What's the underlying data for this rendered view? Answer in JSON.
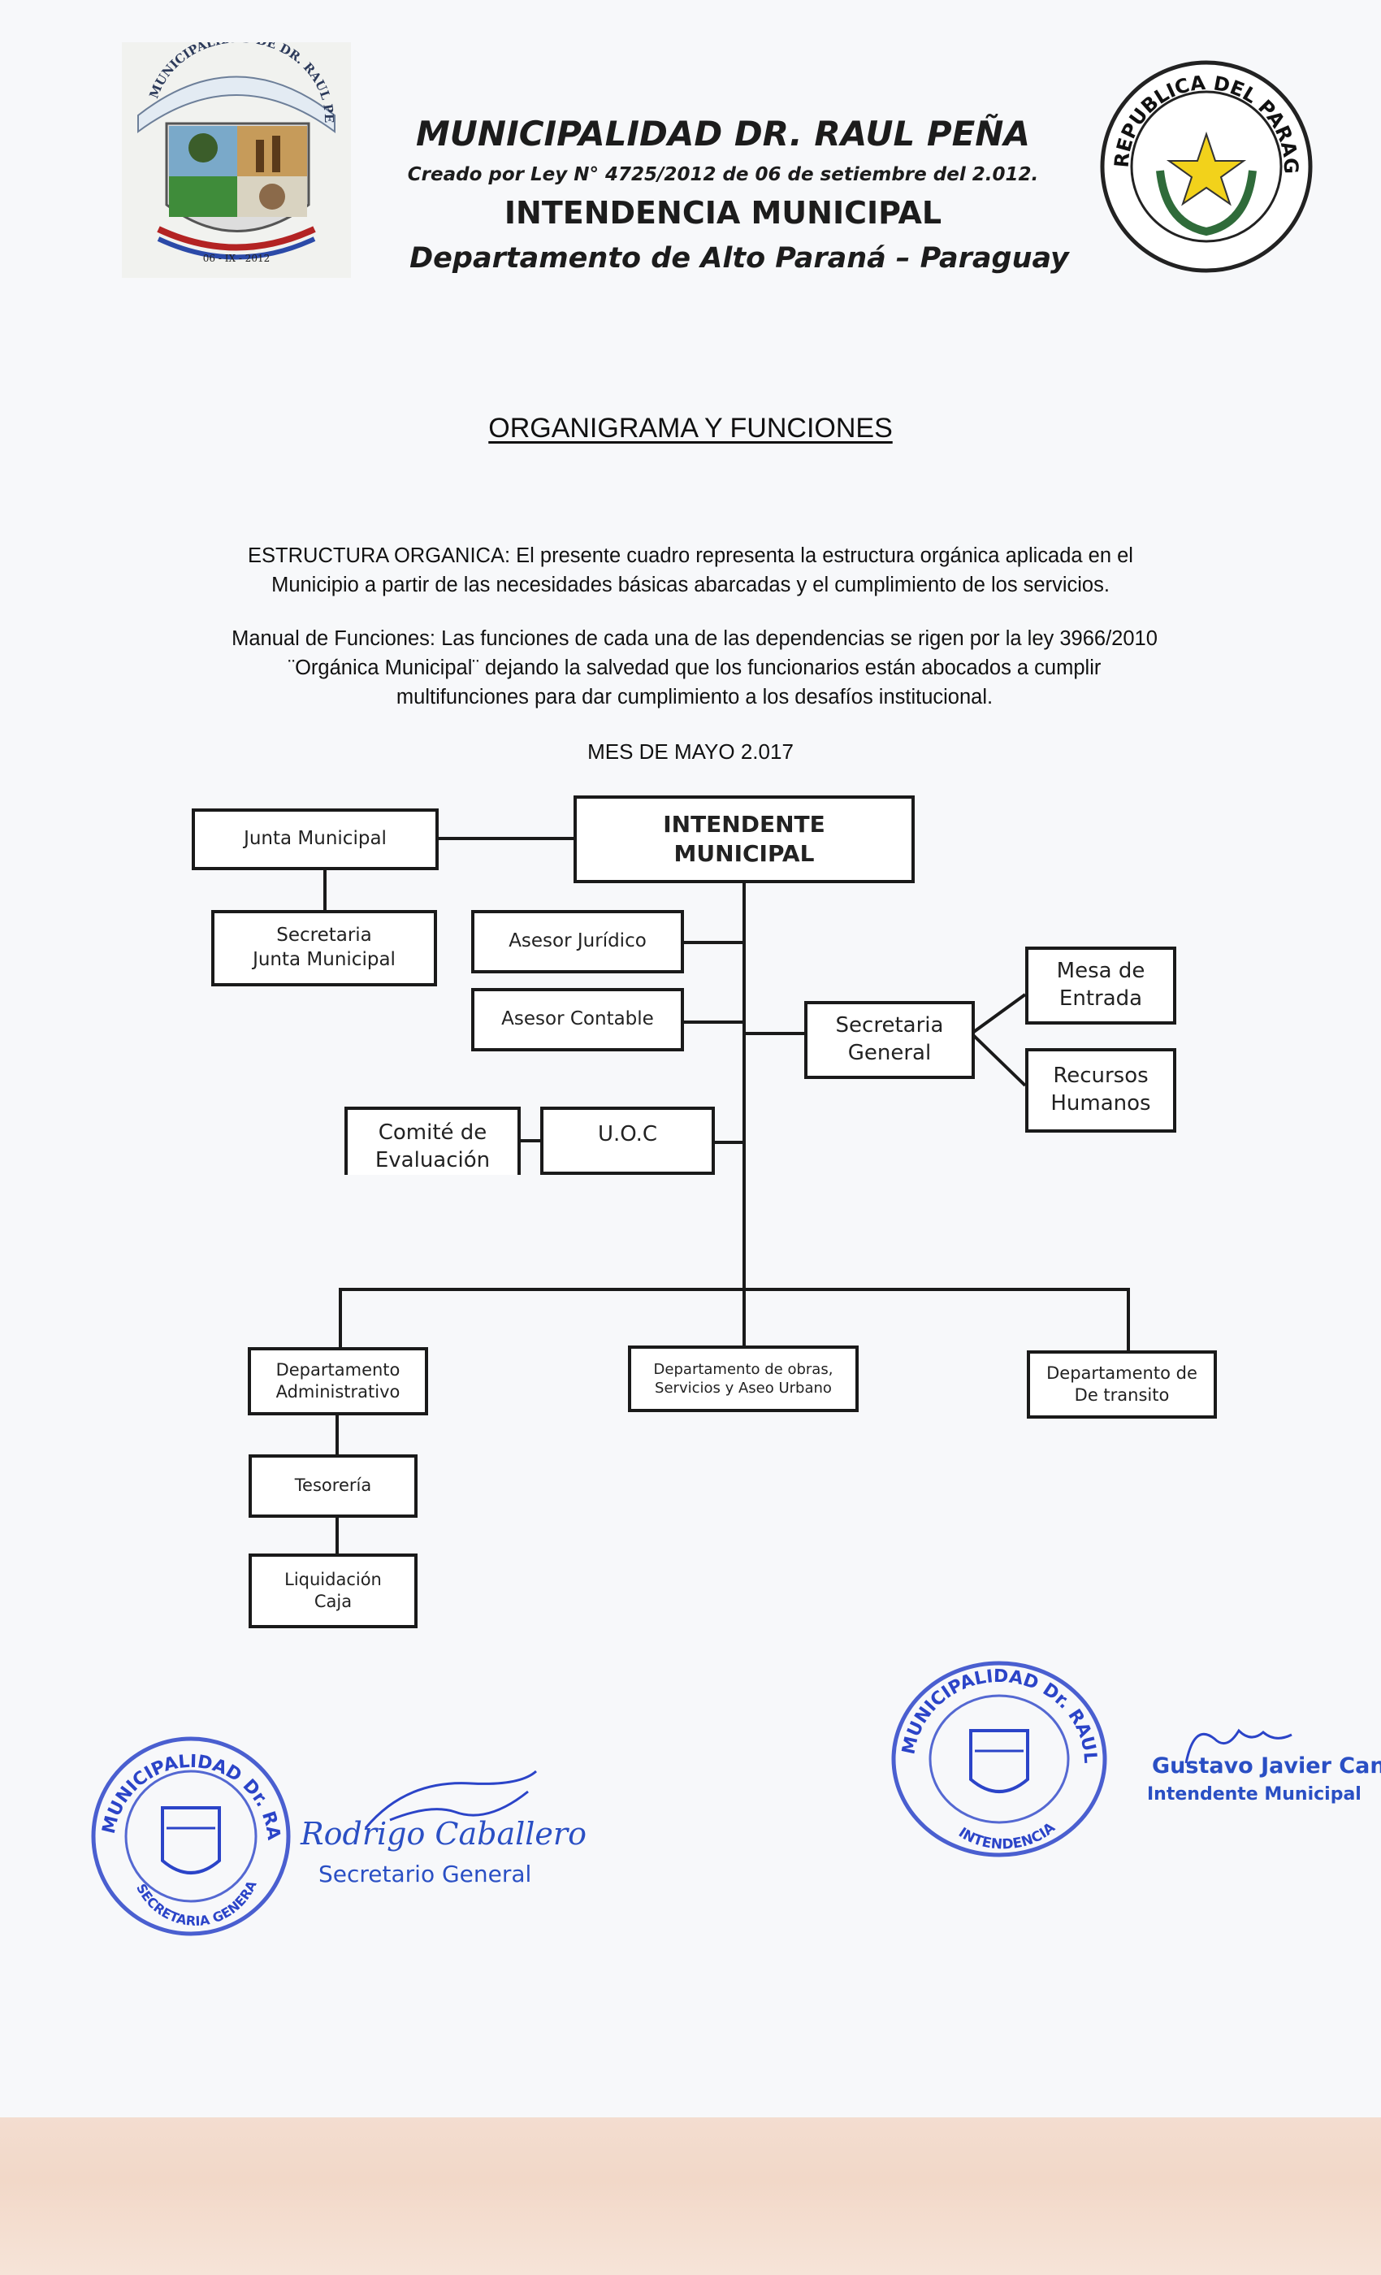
{
  "header": {
    "municipality": "MUNICIPALIDAD DR. RAUL PEÑA",
    "created_by": "Creado por Ley N° 4725/2012 de 06 de setiembre del 2.012.",
    "office": "INTENDENCIA MUNICIPAL",
    "department": "Departamento de Alto Paraná – Paraguay",
    "logo_left": {
      "ring_text": "MUNICIPALIDAD DE DR. RAUL PEÑA",
      "date": "06 - IX - 2012"
    },
    "logo_right": {
      "ring_text": "REPUBLICA DEL PARAGUAY"
    }
  },
  "document": {
    "title": "ORGANIGRAMA Y FUNCIONES",
    "paragraph_1": "ESTRUCTURA ORGANICA: El presente cuadro representa la estructura orgánica aplicada en el Municipio a partir de las necesidades básicas abarcadas y el cumplimiento de los servicios.",
    "paragraph_2": "Manual de Funciones: Las funciones de cada una de las dependencias se rigen por la ley 3966/2010 ¨Orgánica Municipal¨ dejando la salvedad que los funcionarios están abocados a cumplir multifunciones para dar cumplimiento a los desafíos institucional.",
    "date": "MES DE MAYO 2.017"
  },
  "org_chart": {
    "intendente": "INTENDENTE\nMUNICIPAL",
    "junta_municipal": "Junta Municipal",
    "secretaria_junta": "Secretaria\nJunta Municipal",
    "asesor_juridico": "Asesor Jurídico",
    "asesor_contable": "Asesor Contable",
    "secretaria_general": "Secretaria\nGeneral",
    "mesa_entrada": "Mesa de\nEntrada",
    "recursos_humanos": "Recursos\nHumanos",
    "comite_evaluacion": "Comité de\nEvaluación",
    "uoc": "U.O.C",
    "dep_administrativo": "Departamento\nAdministrativo",
    "dep_obras": "Departamento de obras,\nServicios y Aseo Urbano",
    "dep_transito": "Departamento de\nDe transito",
    "tesoreria": "Tesorería",
    "liquidacion_caja": "Liquidación\nCaja"
  },
  "signatures": {
    "left_stamp": {
      "ring_text": "MUNICIPALIDAD Dr. RAUL PEÑA",
      "bottom_text": "SECRETARIA GENERAL"
    },
    "left_name": "Rodrigo Caballero",
    "left_role": "Secretario General",
    "right_stamp": {
      "ring_text": "MUNICIPALIDAD Dr. RAUL PEÑA",
      "bottom_text": "INTENDENCIA"
    },
    "right_name": "Gustavo Javier Cano Ba",
    "right_role": "Intendente Municipal"
  },
  "colors": {
    "stamp_blue": "#2b44c8",
    "ink_black": "#1a1a1a",
    "seal_green": "#2f6b3a",
    "star_yellow": "#f2d21b"
  }
}
